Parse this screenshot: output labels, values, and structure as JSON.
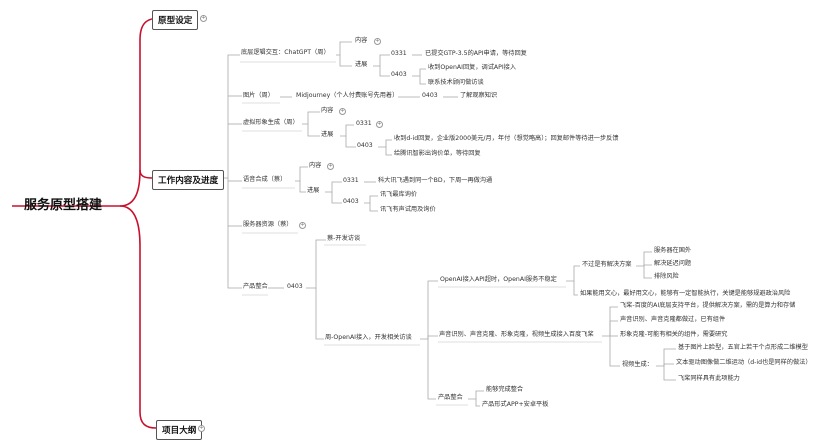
{
  "root": "服务原型搭建",
  "branches": {
    "prototype": "原型设定",
    "work": "工作内容及进度",
    "outline": "项目大纲"
  },
  "chatgpt": {
    "title": "底层逻辑交互：ChatGPT（周）",
    "content": "内容",
    "progress": "进展",
    "d0331": "0331",
    "n0331": "已提交GTP-3.5的API申请，等待回复",
    "d0403": "0403",
    "n0403a": "收到OpenAI回复，调试API接入",
    "n0403b": "联系技术顾问做访谈"
  },
  "image": {
    "title": "图片（周）",
    "mj": "Midjourney（个人付费账号先用着）",
    "d0403": "0403",
    "n0403": "了解观察知识"
  },
  "avatar": {
    "title": "虚拟形象生成（周）",
    "content": "内容",
    "progress": "进展",
    "d0331": "0331",
    "d0403": "0403",
    "n0403a": "收到d-id回复，企业版2000美元/月，年付（想觉略高）；回复邮件等待进一步反馈",
    "n0403b": "给腾讯智影出询价单，等待回复"
  },
  "voice": {
    "title": "语音合成（蔡）",
    "content": "内容",
    "progress": "进展",
    "d0331": "0331",
    "n0331": "科大讯飞遇到同一个BD，下周一再做沟通",
    "d0403": "0403",
    "n0403a": "讯飞最库询价",
    "n0403b": "讯飞有声试用及询价"
  },
  "server": {
    "title": "服务器资源（蔡）"
  },
  "product": {
    "title": "产品整合",
    "date": "0403",
    "dev": "蔡-开发访谈",
    "zhou": "周-OpenAI接入，开发相关访谈",
    "openai": {
      "title": "OpenAI接入API超时，OpenAI服务不稳定",
      "tmp": "不过是有解决方案",
      "s1": "服务器在国外",
      "s2": "解决延迟问题",
      "s3": "排除风险",
      "alt": "如果能用文心，最好用文心，能够有一定智能执行，关键是能够规避政治风险"
    },
    "voice": {
      "title": "声音识别、声音克隆、形象克隆，视频生成接入百度飞桨",
      "v1": "飞桨-百度的AI底层支持平台，提供解决方案，需的是算力和存储",
      "v2": "声音识别、声音克隆都做过，已有组件",
      "v3": "形象克隆-可能有相关的组件，需要研究",
      "vg": "视频生成：",
      "vg1": "基于图片上脸型，五官上若干个点形成二维模型",
      "vg2": "文本驱动图像做二维运动（d-id也是同样的做法）",
      "vg3": "飞桨同样具有此项能力"
    },
    "integ": {
      "title": "产品整合",
      "i1": "能够完成整合",
      "i2": "产品形式APP+安卓平板"
    }
  },
  "colors": {
    "accent": "#c8102e",
    "line": "#a8a8a8"
  }
}
